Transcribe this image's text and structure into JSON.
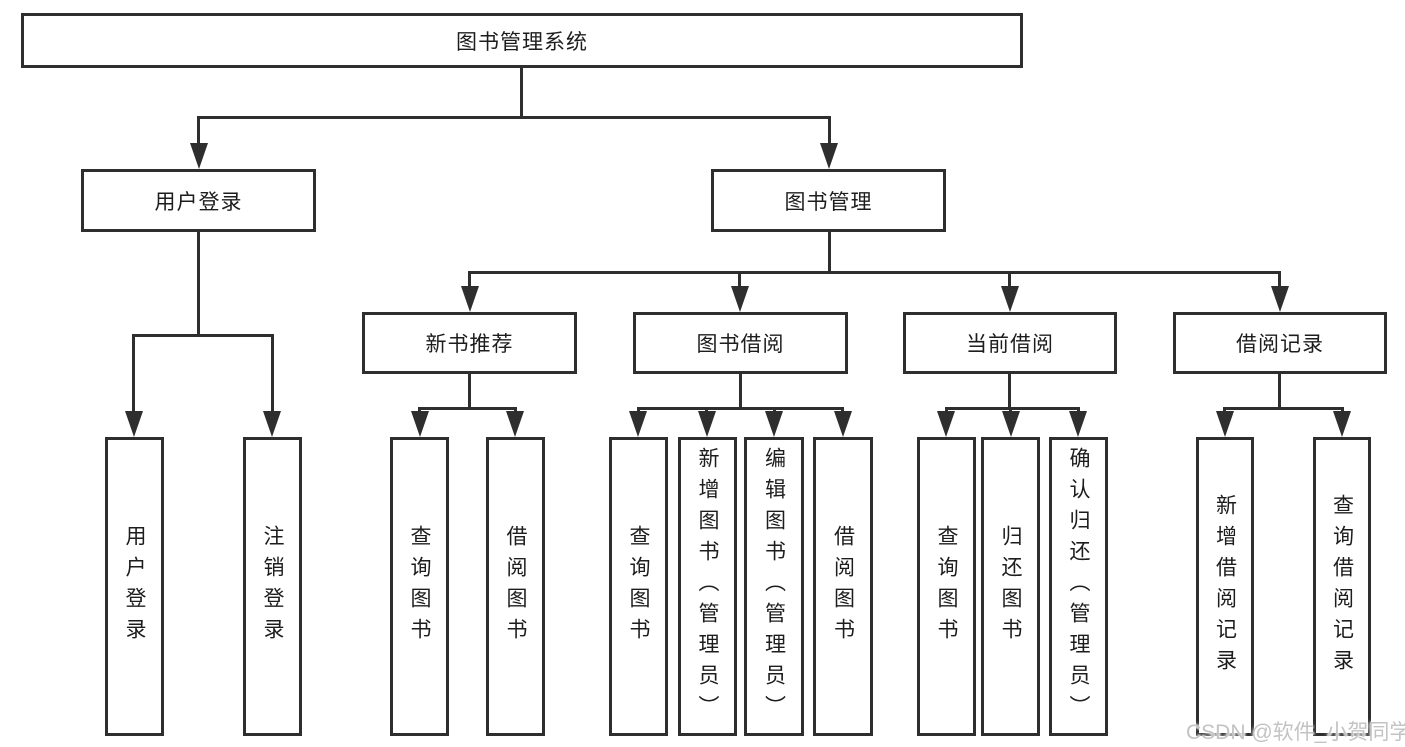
{
  "diagram": {
    "title": "图书管理系统",
    "root": {
      "label": "图书管理系统"
    },
    "level2": [
      {
        "label": "用户登录"
      },
      {
        "label": "图书管理"
      }
    ],
    "level3": [
      {
        "label": "新书推荐",
        "parent": "图书管理"
      },
      {
        "label": "图书借阅",
        "parent": "图书管理"
      },
      {
        "label": "当前借阅",
        "parent": "图书管理"
      },
      {
        "label": "借阅记录",
        "parent": "图书管理"
      }
    ],
    "leaves": [
      {
        "label": "用户登录",
        "parent": "用户登录"
      },
      {
        "label": "注销登录",
        "parent": "用户登录"
      },
      {
        "label": "查询图书",
        "parent": "新书推荐"
      },
      {
        "label": "借阅图书",
        "parent": "新书推荐"
      },
      {
        "label": "查询图书",
        "parent": "图书借阅"
      },
      {
        "label": "新增图书（管理员）",
        "parent": "图书借阅"
      },
      {
        "label": "编辑图书（管理员）",
        "parent": "图书借阅"
      },
      {
        "label": "借阅图书",
        "parent": "图书借阅"
      },
      {
        "label": "查询图书",
        "parent": "当前借阅"
      },
      {
        "label": "归还图书",
        "parent": "当前借阅"
      },
      {
        "label": "确认归还（管理员）",
        "parent": "当前借阅"
      },
      {
        "label": "新增借阅记录",
        "parent": "借阅记录"
      },
      {
        "label": "查询借阅记录",
        "parent": "借阅记录"
      }
    ]
  },
  "watermark": {
    "text": "CSDN @软件_小贺同学"
  },
  "colors": {
    "line": "#2e2e2e",
    "box_border": "#2e2e2e",
    "box_fill": "#ffffff",
    "text": "#1d1d1d",
    "watermark_text": "#c3c3c3",
    "background": "#ffffff"
  }
}
